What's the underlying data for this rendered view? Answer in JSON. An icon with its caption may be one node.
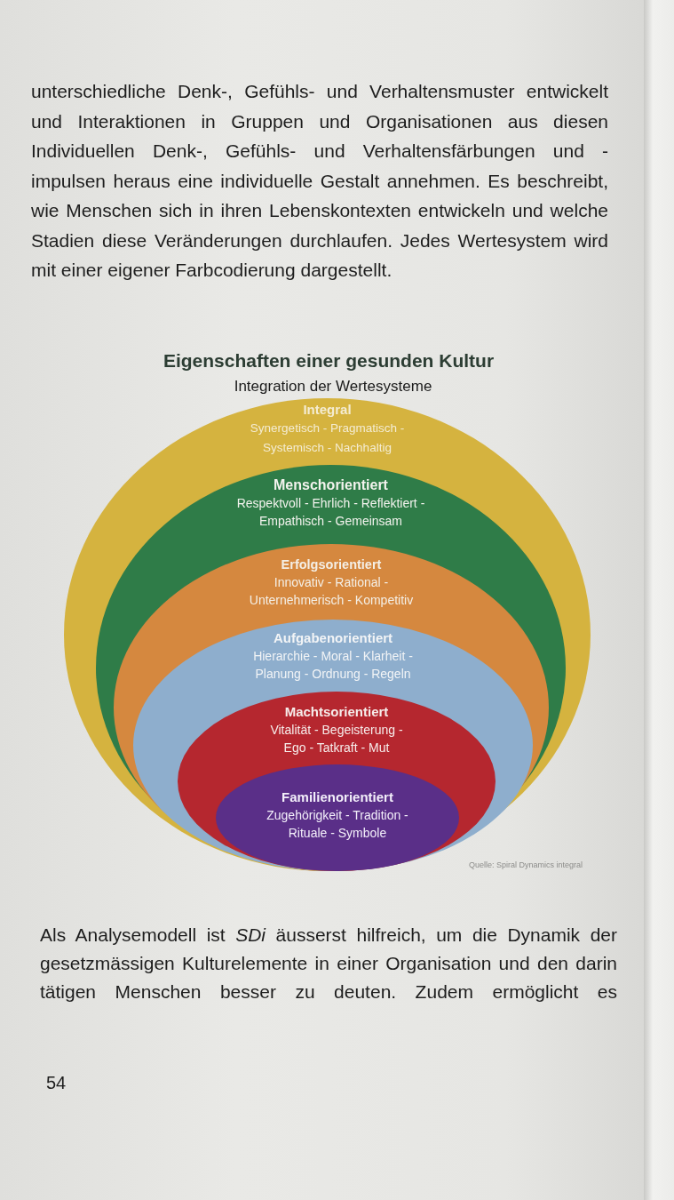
{
  "diagram": {
    "title": "Eigenschaften einer gesunden Kultur",
    "nodes": [
      {
        "text": [
          "Integral",
          "Synergetisch - Pragmatisch - Systemisch - Nachhaltig"
        ]
      },
      {
        "text": [
          "Menschorientiert",
          "Respektvoll - Ehrlich - Reflektiert - Empathisch - Gemeinsam"
        ],
        "in": 0
      },
      {
        "text": [
          "Erfolgsorientiert",
          "Innovativ - Rational - Unternehmerisch - Kompetitiv"
        ],
        "in": 1
      },
      {
        "text": [
          "Aufgabenorientiert",
          "Hierarchie - Moral - Klarheit - Planung - Ordnung - Regeln"
        ],
        "in": 2
      },
      {
        "text": [
          "Machtsorientiert",
          "Vitalität - Begeisterung - Ego - Tatkraft - Mut"
        ],
        "in": 3
      },
      {
        "text": [
          "Familienorientiert",
          "Zugehörigkeit - Tradition - Rituale - Symbole"
        ],
        "in": 4
      }
    ],
    "labels": [
      "unterschiedliche Denk-, Gefühls- und Verhaltensmuster entwickelt und Interaktionen in Gruppen und Organisationen aus diesen Individuellen Denk-, Gefühls- und Verhaltensfärbungen und - impulsen heraus eine individuelle Gestalt annehmen. Es beschreibt, wie Menschen sich in ihren Lebenskontexten entwickeln und welche Stadien diese Veränderungen durchlaufen. Jedes Wertesystem wird mit einer eigener Farbcodierung dargestellt.",
      "Integration der Wertesysteme",
      "Quelle: Spiral Dynamics integral",
      "Als Analysemodell ist *SDi* äusserst hilfreich, um die Dynamik der gesetzmässigen Kulturelemente in einer Organisation und den darin tätigen Menschen besser zu deuten. Zudem ermöglicht es",
      "54"
    ]
  }
}
